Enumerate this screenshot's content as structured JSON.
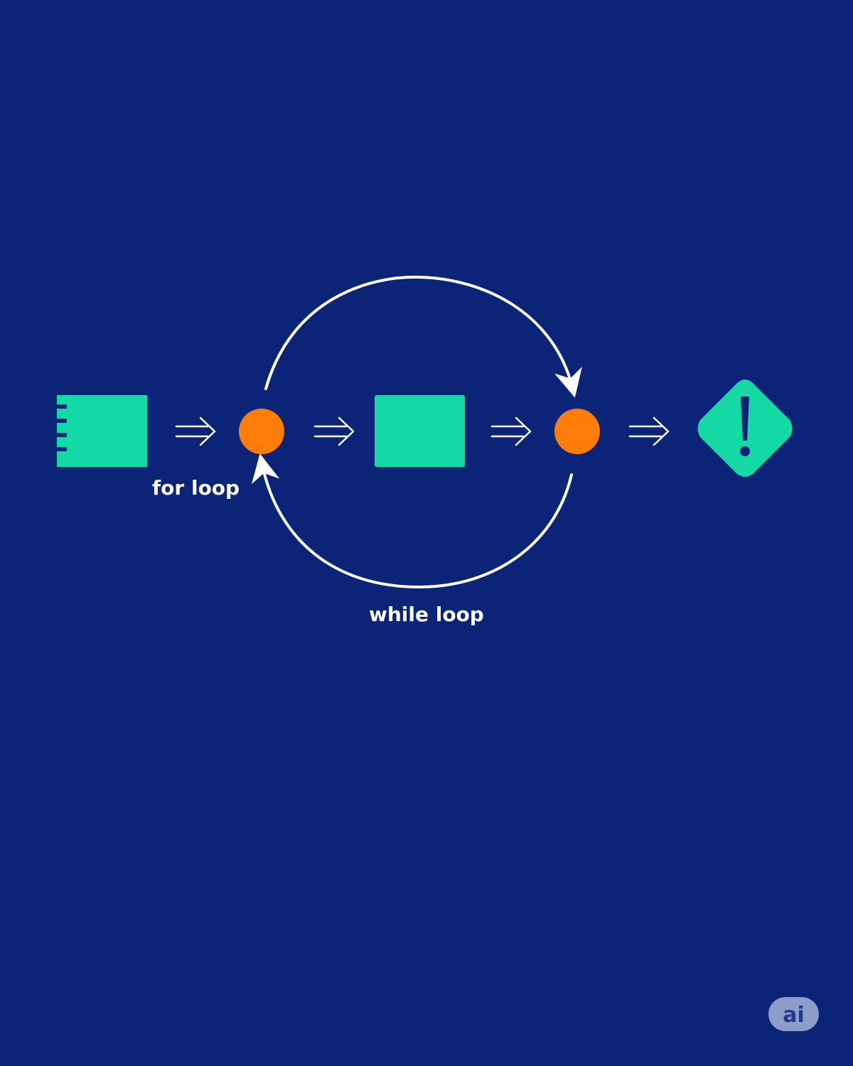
{
  "colors": {
    "background": "#0b2478",
    "node_green": "#14d9a5",
    "node_orange": "#ff7d0a",
    "arrow": "#ffffff",
    "badge_bg": "#8e9cc9",
    "badge_text": "#1f3a8a"
  },
  "labels": {
    "for_loop": "for loop",
    "while_loop": "while loop"
  },
  "badge": {
    "text": "ai"
  },
  "icons": {
    "arrows": "double-arrow-right-icon",
    "warning": "warning-diamond-icon"
  }
}
